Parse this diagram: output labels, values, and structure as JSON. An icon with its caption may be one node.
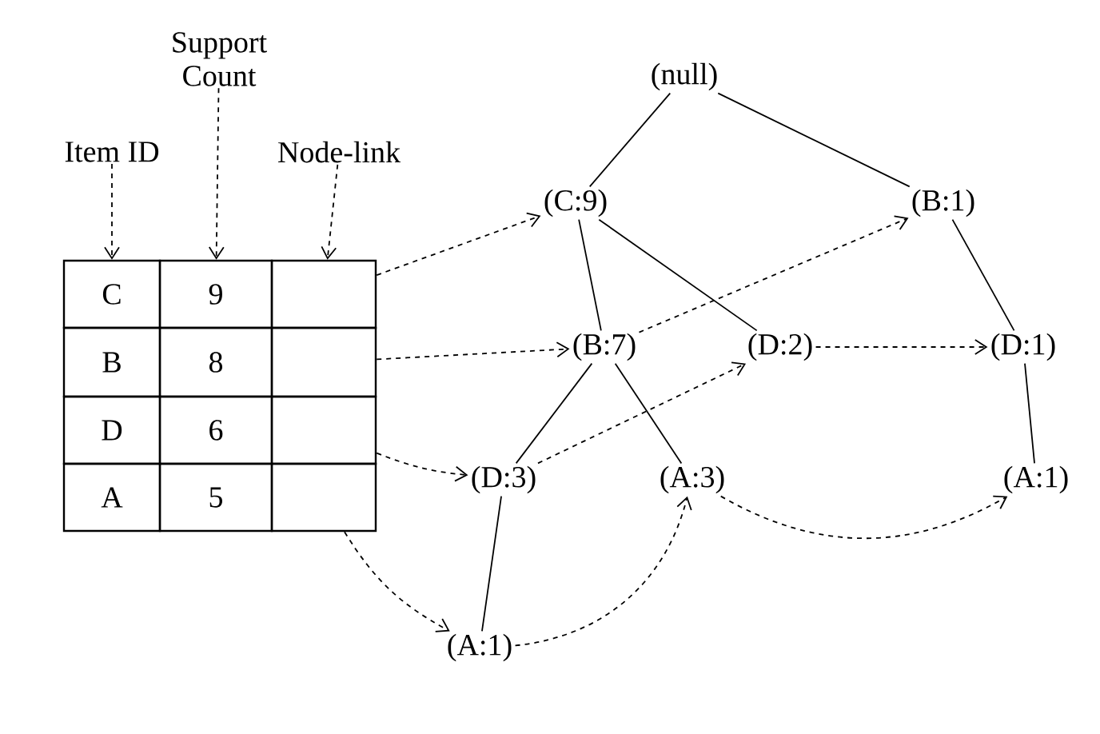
{
  "diagram": {
    "nodes": [
      {
        "text": [
          "Item ID"
        ]
      },
      {
        "text": [
          "Support Count"
        ]
      },
      {
        "text": [
          "Node-link"
        ]
      },
      {
        "text": [
          "C"
        ]
      },
      {
        "text": [
          "9"
        ]
      },
      {
        "text": [],
        "shape": "box"
      },
      {
        "text": [
          "B"
        ]
      },
      {
        "text": [
          "8"
        ]
      },
      {
        "text": [],
        "shape": "box"
      },
      {
        "text": [
          "D"
        ]
      },
      {
        "text": [
          "6"
        ]
      },
      {
        "text": [],
        "shape": "box"
      },
      {
        "text": [
          "A"
        ]
      },
      {
        "text": [
          "5"
        ]
      },
      {
        "text": [],
        "shape": "box"
      },
      {
        "text": [
          "(null)"
        ]
      },
      {
        "text": [
          "(C:9)"
        ]
      },
      {
        "text": [
          "(B:1)"
        ]
      },
      {
        "text": [
          "(B:7)"
        ]
      },
      {
        "text": [
          "(D:2)"
        ]
      },
      {
        "text": [
          "(D:1)"
        ]
      },
      {
        "text": [
          "(D:3)"
        ]
      },
      {
        "text": [
          "(A:3)"
        ]
      },
      {
        "text": [
          "(A:1)"
        ]
      },
      {
        "text": [
          "(A:1)"
        ]
      }
    ],
    "edges": [
      {
        "from": 0,
        "to": 3,
        "arrow": "to",
        "style": "dashed"
      },
      {
        "from": 1,
        "to": 4,
        "arrow": "to",
        "style": "dashed"
      },
      {
        "from": 2,
        "to": 5,
        "arrow": "to",
        "style": "dashed"
      },
      {
        "from": 15,
        "to": 16,
        "arrow": "none"
      },
      {
        "from": 15,
        "to": 17,
        "arrow": "none"
      },
      {
        "from": 16,
        "to": 18,
        "arrow": "none"
      },
      {
        "from": 16,
        "to": 19,
        "arrow": "none"
      },
      {
        "from": 17,
        "to": 20,
        "arrow": "none"
      },
      {
        "from": 18,
        "to": 21,
        "arrow": "none"
      },
      {
        "from": 18,
        "to": 22,
        "arrow": "none"
      },
      {
        "from": 20,
        "to": 23,
        "arrow": "none"
      },
      {
        "from": 21,
        "to": 24,
        "arrow": "none"
      },
      {
        "from": 5,
        "to": 16,
        "arrow": "to",
        "style": "dashed"
      },
      {
        "from": 8,
        "to": 18,
        "arrow": "to",
        "style": "dashed"
      },
      {
        "from": 11,
        "to": 21,
        "arrow": "to",
        "style": "dashed"
      },
      {
        "from": 14,
        "to": 24,
        "arrow": "to",
        "style": "dashed"
      },
      {
        "from": 18,
        "to": 17,
        "arrow": "to",
        "style": "dashed"
      },
      {
        "from": 21,
        "to": 19,
        "arrow": "to",
        "style": "dashed"
      },
      {
        "from": 19,
        "to": 20,
        "arrow": "to",
        "style": "dashed"
      },
      {
        "from": 24,
        "to": 22,
        "arrow": "to",
        "style": "dashed"
      },
      {
        "from": 22,
        "to": 23,
        "arrow": "to",
        "style": "dashed"
      }
    ]
  }
}
